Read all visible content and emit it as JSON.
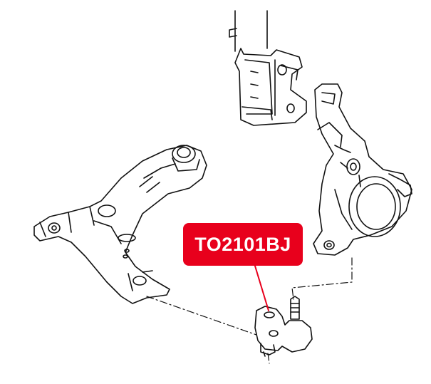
{
  "part_label": {
    "text": "TO2101BJ"
  },
  "colors": {
    "label_bg": "#e8001c",
    "label_text": "#ffffff",
    "line": "#111111",
    "leader": "#e8001c"
  },
  "parts": [
    {
      "name": "strut-assembly"
    },
    {
      "name": "steering-knuckle"
    },
    {
      "name": "lower-control-arm"
    },
    {
      "name": "ball-joint"
    }
  ]
}
